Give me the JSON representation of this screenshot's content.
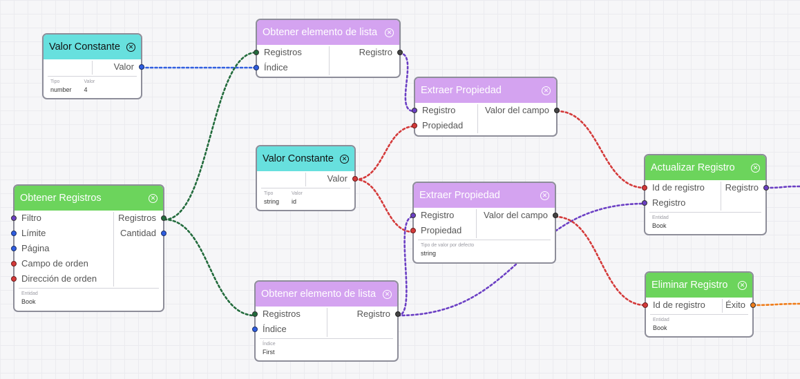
{
  "nodes": {
    "const1": {
      "title": "Valor Constante",
      "output": "Valor",
      "type_label": "Tipo",
      "type_value": "number",
      "value_label": "Valor",
      "value_value": "4"
    },
    "get_item1": {
      "title": "Obtener elemento de lista",
      "inputs": [
        "Registros",
        "Índice"
      ],
      "output": "Registro"
    },
    "extract1": {
      "title": "Extraer Propiedad",
      "inputs": [
        "Registro",
        "Propiedad"
      ],
      "output": "Valor del campo"
    },
    "const2": {
      "title": "Valor Constante",
      "output": "Valor",
      "type_label": "Tipo",
      "type_value": "string",
      "value_label": "Valor",
      "value_value": "id"
    },
    "get_records": {
      "title": "Obtener Registros",
      "inputs": [
        "Filtro",
        "Límite",
        "Página",
        "Campo de orden",
        "Dirección de orden"
      ],
      "outputs": [
        "Registros",
        "Cantidad"
      ],
      "entity_label": "Entidad",
      "entity_value": "Book"
    },
    "extract2": {
      "title": "Extraer Propiedad",
      "inputs": [
        "Registro",
        "Propiedad"
      ],
      "output": "Valor del campo",
      "default_label": "Tipo de valor por defecto",
      "default_value": "string"
    },
    "get_item2": {
      "title": "Obtener elemento de lista",
      "inputs": [
        "Registros",
        "Índice"
      ],
      "output": "Registro",
      "index_label": "Índice",
      "index_value": "First"
    },
    "update": {
      "title": "Actualizar Registro",
      "inputs": [
        "Id de registro",
        "Registro"
      ],
      "output": "Registro",
      "entity_label": "Entidad",
      "entity_value": "Book"
    },
    "delete": {
      "title": "Eliminar Registro",
      "inputs": [
        "Id de registro"
      ],
      "output": "Éxito",
      "entity_label": "Entidad",
      "entity_value": "Book"
    }
  },
  "colors": {
    "number": "#2f5de0",
    "list": "#226b3c",
    "string": "#d43a3a",
    "record": "#6b3fc4",
    "boolean": "#f07d1a",
    "node_border": "#8d8d99",
    "head_cyan": "#67e0de",
    "head_purple": "#d4a3f0",
    "head_green": "#6cd45c"
  },
  "icons": {
    "close": "circled-x-icon"
  }
}
